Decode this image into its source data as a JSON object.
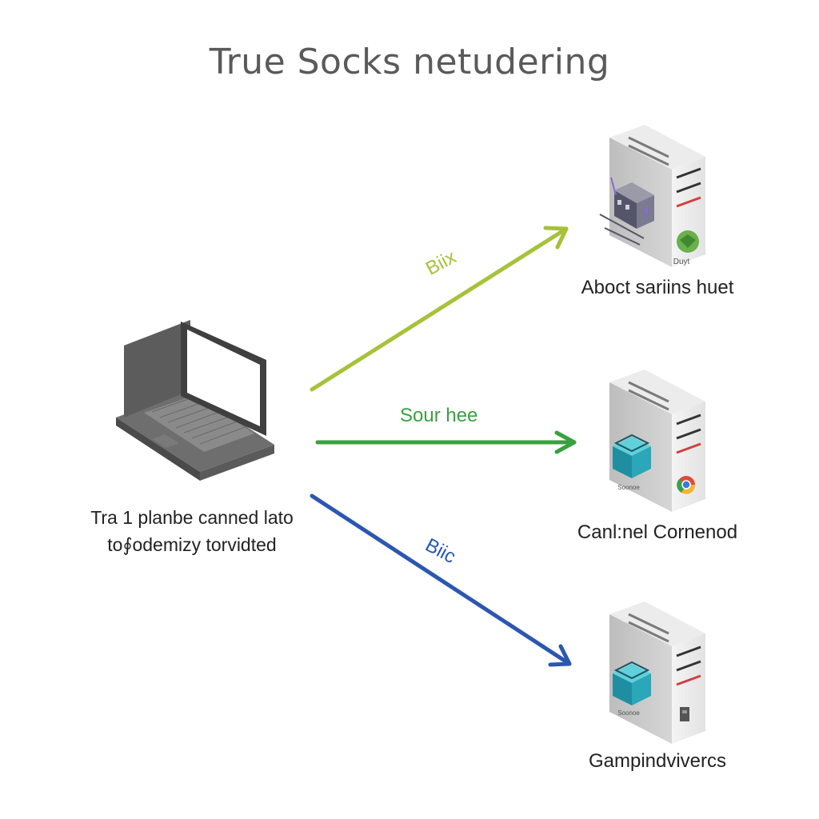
{
  "diagram": {
    "title": "True Socks netudering",
    "client": {
      "label_line1": "Tra 1 planbe canned lato",
      "label_line2": "to∮odemizy torvidted"
    },
    "connections": [
      {
        "label": "Biix",
        "color": "#a6c23a"
      },
      {
        "label": "Sour hee",
        "color": "#3aa040"
      },
      {
        "label": "Biic",
        "color": "#2b57b0"
      }
    ],
    "servers": [
      {
        "label": "Aboct sariins huet",
        "badge_text": "Duyt"
      },
      {
        "label": "Canl:nel Cornenod",
        "badge_text": "Soonoe"
      },
      {
        "label": "Gampindvivercs",
        "badge_text": "Soonoe"
      }
    ]
  },
  "colors": {
    "arrow_top": "#a6c23a",
    "arrow_middle": "#3aa040",
    "arrow_bottom": "#2b57b0",
    "cube_teal": "#2aa7b8",
    "server_body": "#d8d8d8",
    "laptop_body": "#5c5c5c"
  }
}
